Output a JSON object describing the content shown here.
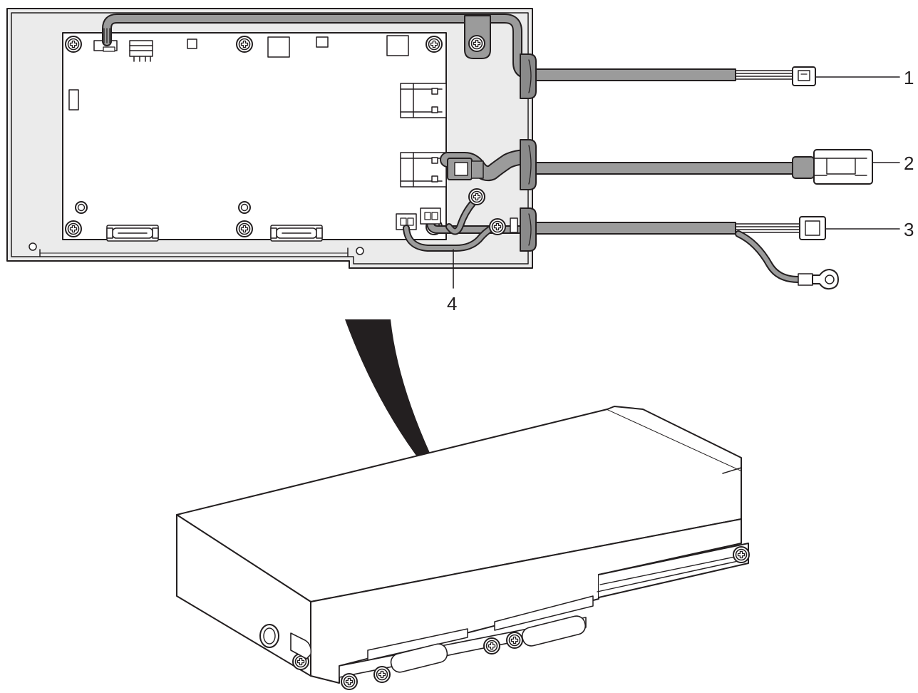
{
  "colors": {
    "line": "#231f20",
    "panel_fill": "#ebebeb",
    "board_fill": "#ffffff",
    "cable_fill": "#9b9b9b",
    "cable_light": "#c8c8c8",
    "grommet_fill": "#8a8a8a",
    "box_fill": "#ffffff",
    "arrow_fill": "#231f20"
  },
  "icons": {
    "screw": "phillips-screw-icon",
    "ground_terminal": "ring-terminal-icon",
    "zoom_pointer": "zoom-pointer-icon"
  },
  "callouts": [
    {
      "id": "1",
      "label": "1"
    },
    {
      "id": "2",
      "label": "2"
    },
    {
      "id": "3",
      "label": "3"
    },
    {
      "id": "4",
      "label": "4"
    }
  ]
}
